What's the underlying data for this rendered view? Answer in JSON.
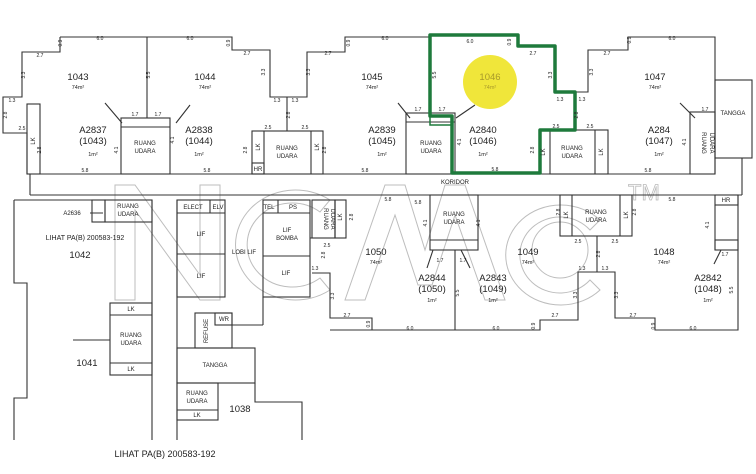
{
  "colors": {
    "highlight_outline": "#1e7a3c",
    "highlight_fill": "#f0e63a",
    "line": "#333333"
  },
  "watermark": {
    "text": "NCMCo",
    "tm": "TM"
  },
  "corridor": "KORIDOR",
  "reference": "LIHAT PA(B) 200583-192",
  "units": [
    {
      "id": "1043",
      "area": "74m²"
    },
    {
      "id": "1044",
      "area": "74m²"
    },
    {
      "id": "1045",
      "area": "74m²"
    },
    {
      "id": "1046",
      "area": "74m²",
      "highlighted": true
    },
    {
      "id": "1047",
      "area": "74m²"
    },
    {
      "id": "1050",
      "area": "74m²"
    },
    {
      "id": "1049",
      "area": "74m²"
    },
    {
      "id": "1048",
      "area": "74m²"
    },
    {
      "id": "1042"
    },
    {
      "id": "1041"
    },
    {
      "id": "1038"
    }
  ],
  "accessory": [
    {
      "id": "A2837",
      "unit": "(1043)",
      "area": "1m²"
    },
    {
      "id": "A2838",
      "unit": "(1044)",
      "area": "1m²"
    },
    {
      "id": "A2839",
      "unit": "(1045)",
      "area": "1m²"
    },
    {
      "id": "A2840",
      "unit": "(1046)",
      "area": "1m²"
    },
    {
      "id": "A284",
      "unit": "(1047)",
      "area": "1m²"
    },
    {
      "id": "A2844",
      "unit": "(1050)",
      "area": "1m²"
    },
    {
      "id": "A2843",
      "unit": "(1049)",
      "area": "1m²"
    },
    {
      "id": "A2842",
      "unit": "(1048)",
      "area": "1m²"
    },
    {
      "id": "A2636"
    }
  ],
  "rooms": {
    "ruang": "RUANG",
    "udara": "UDARA",
    "lk": "LK",
    "hr": "HR",
    "tangga": "TANGGA",
    "elect": "ELECT",
    "elv": "ELV",
    "tel": "TEL",
    "ps": "PS",
    "lif": "LIF",
    "lobi_lif": "LOBI LIF",
    "bomba": "BOMBA",
    "refuse": "REFUSE",
    "wr": "WR"
  },
  "dims": [
    "0.9",
    "6.0",
    "2.7",
    "3.3",
    "1.3",
    "2.8",
    "2.5",
    "2.8",
    "5.8",
    "5.5",
    "1.7",
    "1.7",
    "4.1",
    "4.1",
    "6.0",
    "0.9",
    "2.7",
    "3.3",
    "1.3",
    "1.3",
    "2.8",
    "2.5",
    "2.5",
    "5.8",
    "2.8",
    "2.8",
    "3.3",
    "2.7",
    "0.9",
    "6.0",
    "5.8",
    "1.7",
    "1.7",
    "6.0",
    "0.9",
    "2.7",
    "3.3",
    "1.3",
    "1.3",
    "2.8",
    "2.5",
    "2.5",
    "5.5",
    "5.8",
    "2.8",
    "4.1",
    "2.7",
    "3.3",
    "0.9",
    "6.0",
    "1.7",
    "4.1",
    "5.8",
    "5.8",
    "5.8",
    "4.1",
    "4.1",
    "1.7",
    "1.7",
    "5.5",
    "2.8",
    "2.8",
    "2.5",
    "2.5",
    "2.8",
    "1.3",
    "1.3",
    "3.3",
    "3.3",
    "2.7",
    "2.7",
    "0.9",
    "0.9",
    "6.0",
    "6.0",
    "6.0",
    "4.1",
    "1.7",
    "5.5",
    "2.8",
    "2.5",
    "2.8",
    "1.3",
    "3.3",
    "2.7",
    "0.9",
    "5.8"
  ]
}
